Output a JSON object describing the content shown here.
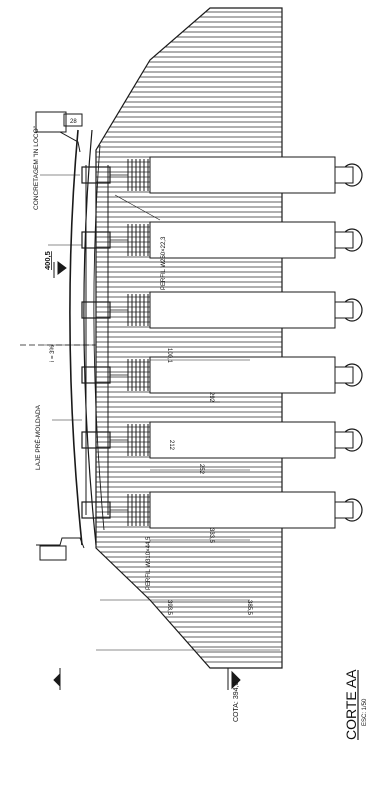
{
  "labels": {
    "concretagem": "CONCRETAGEM \"IN LOCO\"",
    "elevation": "400,5",
    "perfil_upper": "PERFIL W250×22,3",
    "slope": "i = 3%",
    "laje": "LAJE PRÉ-MOLDADA",
    "perfil_lower": "PERFIL W310×44,5",
    "cota": "COTA: 394,0",
    "title": "CORTE AA",
    "scale": "ESC: 1/50",
    "box_top": "28",
    "dim_1": "100,1",
    "dim_2": "292",
    "dim_3": "212",
    "dim_4": "252",
    "dim_5": "333,5",
    "dim_6": "393,5",
    "dim_7": "385,5"
  },
  "colors": {
    "line": "#1a1a1a",
    "paper": "#ffffff"
  }
}
